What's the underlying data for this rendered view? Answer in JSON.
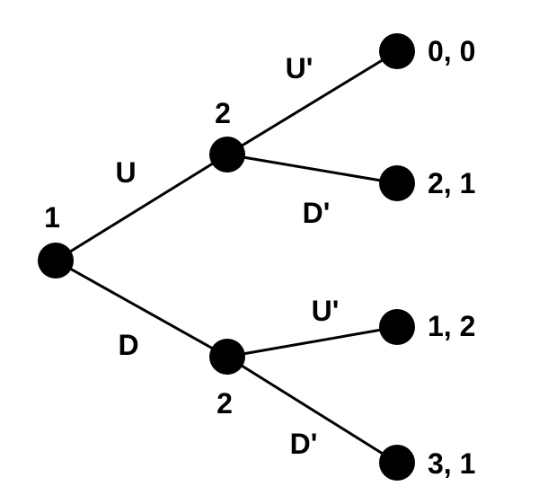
{
  "tree": {
    "root": {
      "player": "1",
      "moves": [
        "U",
        "D"
      ]
    },
    "upper_node": {
      "player": "2",
      "moves": [
        "U'",
        "D'"
      ],
      "payoffs": [
        "0, 0",
        "2, 1"
      ]
    },
    "lower_node": {
      "player": "2",
      "moves": [
        "U'",
        "D'"
      ],
      "payoffs": [
        "1, 2",
        "3, 1"
      ]
    }
  },
  "colors": {
    "ink": "#000000",
    "background": "#ffffff"
  }
}
